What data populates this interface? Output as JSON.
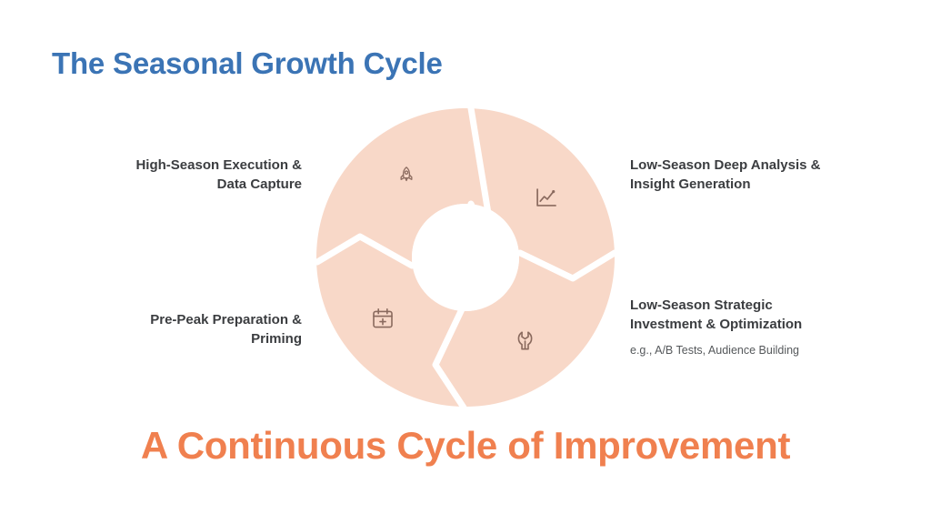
{
  "slide": {
    "title": "The Seasonal Growth Cycle",
    "closing_headline": "A Continuous Cycle of Improvement",
    "background_color": "#ffffff",
    "title_color": "#3b74b5",
    "closing_color": "#f0804f"
  },
  "diagram": {
    "type": "cycle-donut",
    "segment_fill": "#f8d8c8",
    "divider_color": "#ffffff",
    "hub_color": "#ffffff",
    "icon_color": "#8a6a5e",
    "segment_count": 4,
    "segments": [
      {
        "id": "high-season-execution",
        "icon": "rocket-icon",
        "position": "top-left",
        "label_line1": "High-Season Execution &",
        "label_line2": "Data Capture"
      },
      {
        "id": "low-season-deep-analysis",
        "icon": "line-chart-icon",
        "position": "top-right",
        "label_line1": "Low-Season Deep Analysis &",
        "label_line2": "Insight Generation"
      },
      {
        "id": "low-season-strategic-investment",
        "icon": "wrench-icon",
        "position": "bottom-right",
        "label_line1": "Low-Season Strategic",
        "label_line2": "Investment & Optimization",
        "sublabel": "e.g., A/B Tests, Audience Building"
      },
      {
        "id": "pre-peak-preparation",
        "icon": "calendar-plus-icon",
        "position": "bottom-left",
        "label_line1": "Pre-Peak Preparation &",
        "label_line2": "Priming"
      }
    ]
  }
}
